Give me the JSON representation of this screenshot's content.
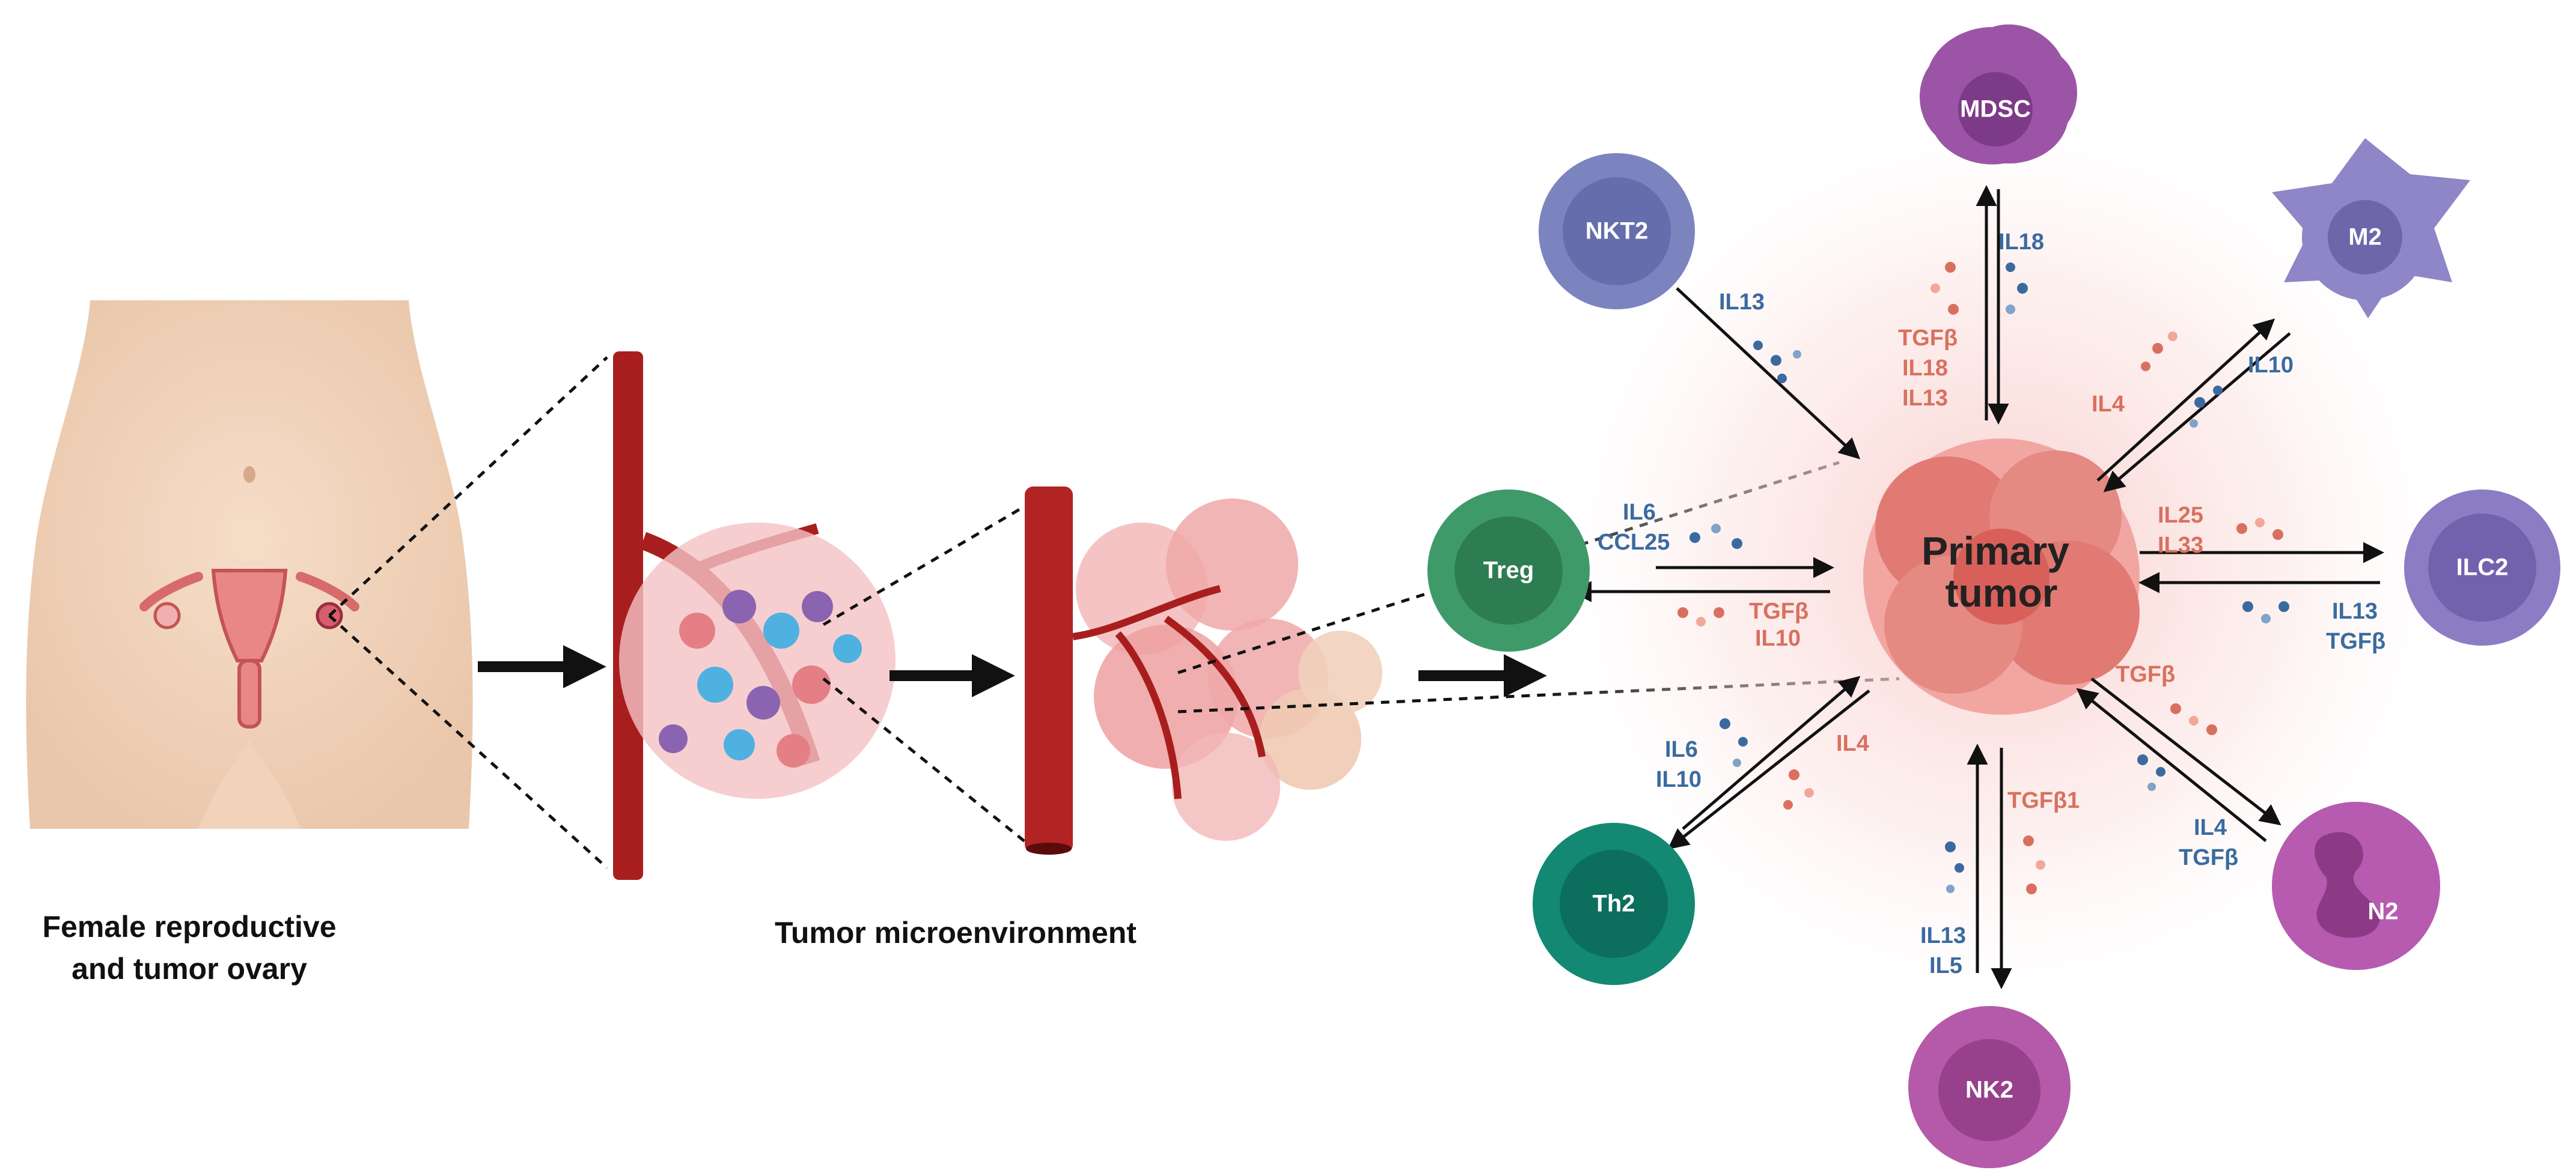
{
  "captions": {
    "female_line1": "Female reproductive",
    "female_line2": "and tumor ovary",
    "tme": "Tumor microenvironment"
  },
  "tumor": {
    "line1": "Primary",
    "line2": "tumor"
  },
  "cells": {
    "mdsc": "MDSC",
    "nkt2": "NKT2",
    "m2": "M2",
    "treg": "Treg",
    "ilc2": "ILC2",
    "th2": "Th2",
    "nk2": "NK2",
    "n2": "N2"
  },
  "cytokines": {
    "nkt2_in": [
      "IL13"
    ],
    "mdsc_out": [
      "TGFβ",
      "IL18",
      "IL13"
    ],
    "mdsc_in": [
      "IL18"
    ],
    "m2_out": [
      "IL4"
    ],
    "m2_in": [
      "IL10"
    ],
    "treg_in": [
      "IL6",
      "CCL25"
    ],
    "treg_out": [
      "TGFβ",
      "IL10"
    ],
    "ilc2_out": [
      "IL25",
      "IL33"
    ],
    "ilc2_in": [
      "IL13",
      "TGFβ"
    ],
    "th2_in": [
      "IL6",
      "IL10"
    ],
    "th2_out": [
      "IL4"
    ],
    "nk2_out": [
      "TGFβ1"
    ],
    "nk2_in": [
      "IL13",
      "IL5"
    ],
    "n2_out": [
      "TGFβ"
    ],
    "n2_in": [
      "IL4",
      "TGFβ"
    ]
  },
  "colors": {
    "vessel": "#a81e1e",
    "tumor": "#e07a74",
    "mdsc": "#9c55a6",
    "nkt2": "#7c84c0",
    "m2": "#8e86c6",
    "treg": "#3f9a6a",
    "ilc2": "#8c7cc4",
    "th2": "#138873",
    "nk2": "#b45aa8",
    "n2": "#b65bb0",
    "cytokine_blue": "#3b6aa0",
    "cytokine_red": "#d9705f"
  }
}
